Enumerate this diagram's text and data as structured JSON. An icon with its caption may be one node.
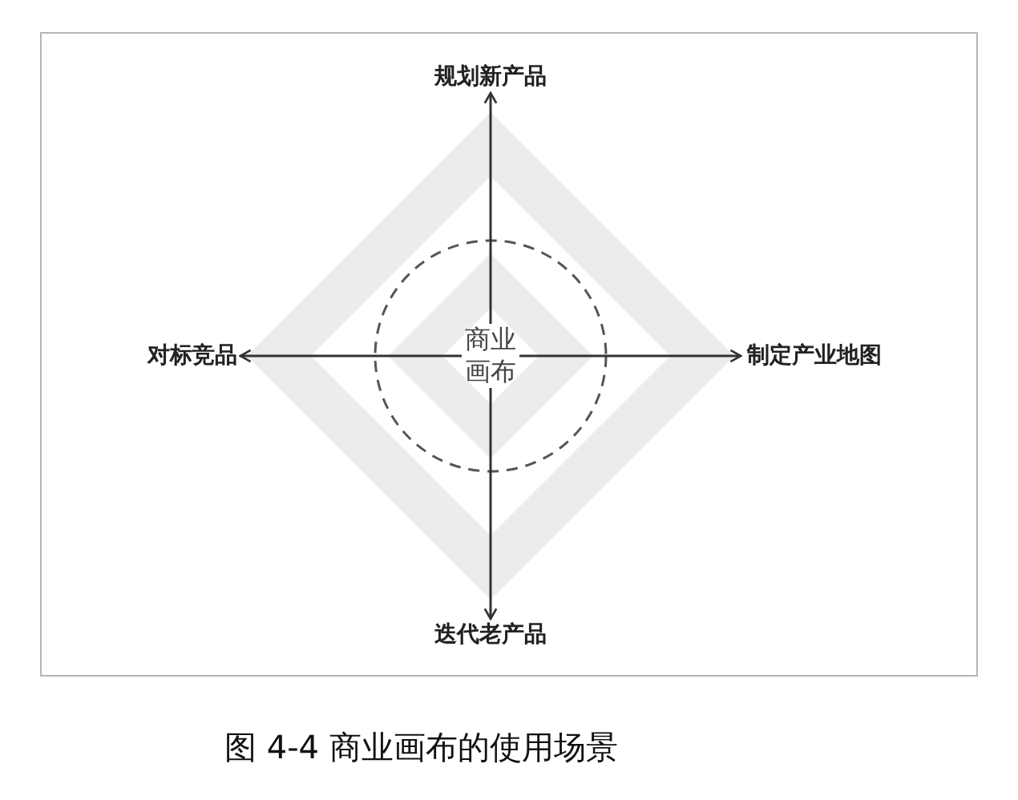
{
  "diagram": {
    "caption": "图 4-4  商业画布的使用场景",
    "nodes": [
      {
        "text": [
          "商业画布"
        ]
      },
      {
        "text": [
          "规划新产品"
        ]
      },
      {
        "text": [
          "制定产业地图"
        ]
      },
      {
        "text": [
          "迭代老产品"
        ]
      },
      {
        "text": [
          "对标竞品"
        ]
      }
    ],
    "edges": [
      {
        "from": 0,
        "to": 1,
        "arrow": "to"
      },
      {
        "from": 0,
        "to": 2,
        "arrow": "to"
      },
      {
        "from": 0,
        "to": 3,
        "arrow": "to"
      },
      {
        "from": 0,
        "to": 4,
        "arrow": "to"
      }
    ]
  }
}
